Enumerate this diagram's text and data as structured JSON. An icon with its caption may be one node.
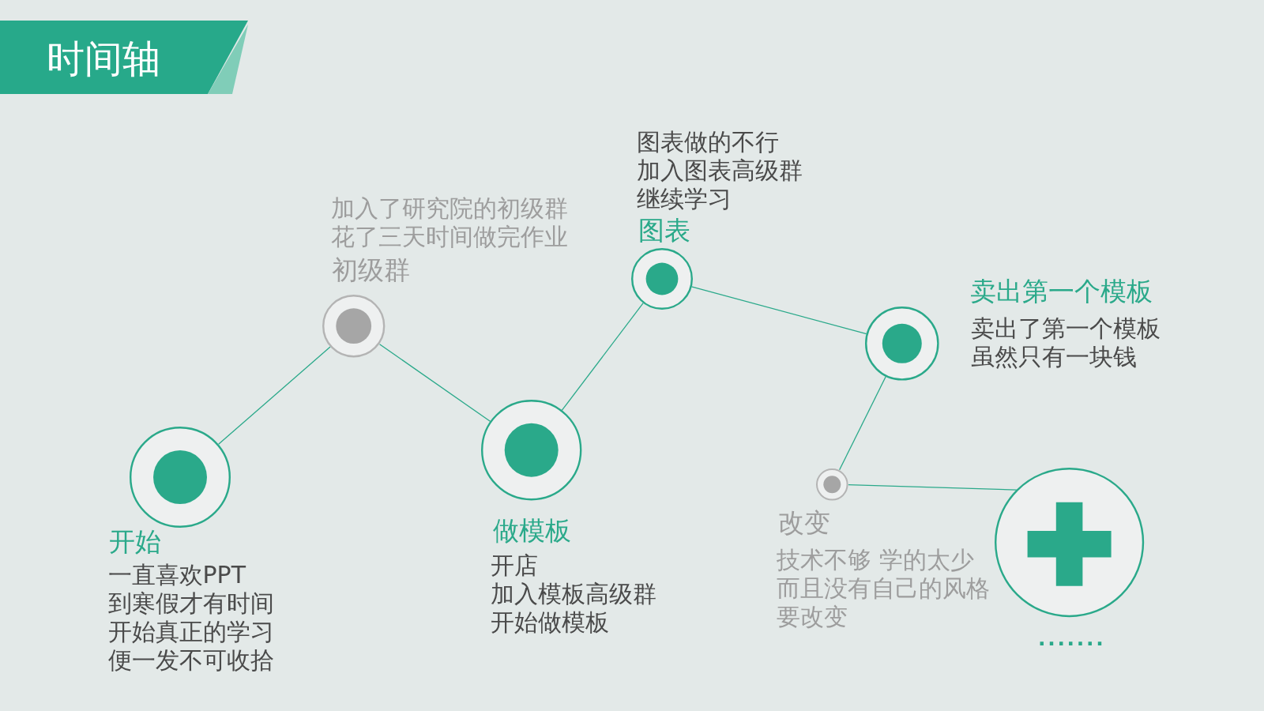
{
  "diagram": {
    "title": "时间轴",
    "nodes": [
      {
        "text": [],
        "shape": "circle",
        "beside": [
          "开始",
          "一直喜欢PPT到寒假才有时间开始真正的学习便一发不可收拾"
        ]
      },
      {
        "text": [],
        "shape": "circle",
        "beside": [
          "加入了研究院的初级群花了三天时间做完作业",
          "初级群"
        ]
      },
      {
        "text": [],
        "shape": "circle",
        "beside": [
          "做模板",
          "开店加入模板高级群开始做模板"
        ]
      },
      {
        "text": [],
        "shape": "circle",
        "beside": [
          "图表做的不行加入图表高级群继续学习",
          "图表"
        ]
      },
      {
        "text": [],
        "shape": "circle",
        "beside": [
          "卖出第一个模板",
          "卖出了第一个模板虽然只有一块钱"
        ]
      },
      {
        "text": [],
        "shape": "circle",
        "beside": [
          "改变",
          "技术不够 学的太少而且没有自己的风格要改变"
        ]
      },
      {
        "text": [],
        "shape": "circle",
        "beside": [
          "......."
        ]
      }
    ],
    "edges": [
      {
        "from": 0,
        "to": 1,
        "arrow": "none"
      },
      {
        "from": 1,
        "to": 2,
        "arrow": "none"
      },
      {
        "from": 2,
        "to": 3,
        "arrow": "none"
      },
      {
        "from": 3,
        "to": 4,
        "arrow": "none"
      },
      {
        "from": 4,
        "to": 5,
        "arrow": "none"
      },
      {
        "from": 5,
        "to": 6,
        "arrow": "none"
      }
    ]
  }
}
